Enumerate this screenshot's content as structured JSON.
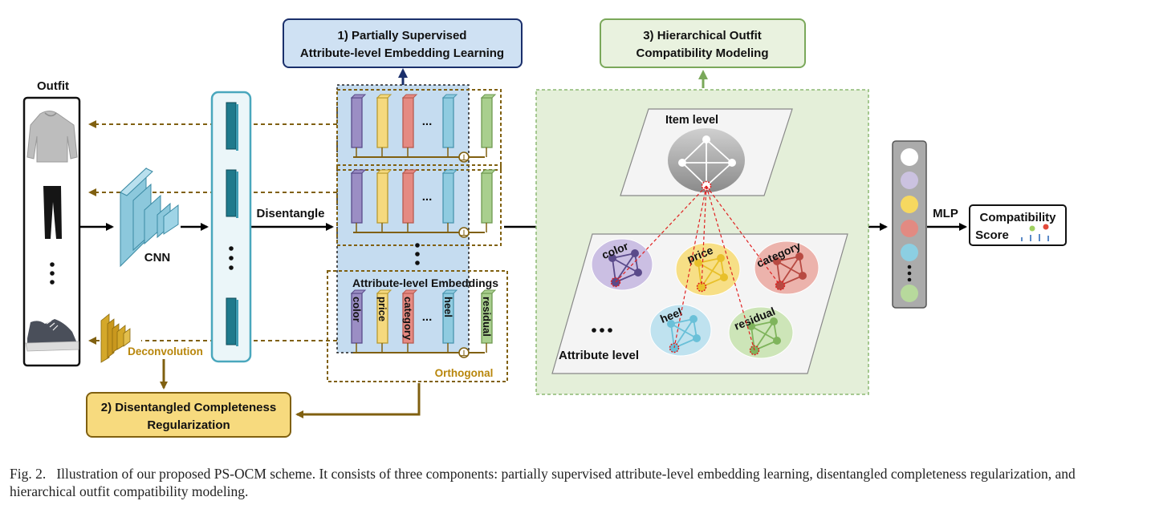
{
  "diagram": {
    "outfit_title": "Outfit",
    "cnn_label": "CNN",
    "deconv_label": "Deconvolution",
    "disentangle_label": "Disentangle",
    "embeddings_label": "Attribute-level Embeddings",
    "embedding_attributes": [
      "color",
      "price",
      "category",
      "heel",
      "residual"
    ],
    "ellipsis": "...",
    "orthogonal_label": "Orthogonal",
    "orthogonal_symbol": "⊥",
    "component1": {
      "line1": "1) Partially Supervised",
      "line2": "Attribute-level Embedding Learning"
    },
    "component2": {
      "line1": "2) Disentangled Completeness",
      "line2": "Regularization"
    },
    "component3": {
      "line1": "3) Hierarchical Outfit",
      "line2": "Compatibility Modeling"
    },
    "item_level_label": "Item level",
    "attribute_level_label": "Attribute level",
    "attribute_graphs": [
      "color",
      "price",
      "category",
      "heel",
      "residual"
    ],
    "mlp_label": "MLP",
    "output": {
      "line1": "Compatibility",
      "line2": "Score"
    },
    "colors": {
      "blue_panel": "#c5dcf0",
      "green_panel": "#e4efd9",
      "brown_arrow": "#806010",
      "teal": "#1f7a8c",
      "color_attr": "#9b8ec4",
      "price_attr": "#f5d97e",
      "category_attr": "#e58a82",
      "heel_attr": "#8fcbe0",
      "residual_attr": "#a9cf8e"
    }
  },
  "caption": {
    "label": "Fig. 2.",
    "text": "Illustration of our proposed PS-OCM scheme. It consists of three components: partially supervised attribute-level embedding learning, disentangled completeness regularization, and hierarchical outfit compatibility modeling."
  }
}
